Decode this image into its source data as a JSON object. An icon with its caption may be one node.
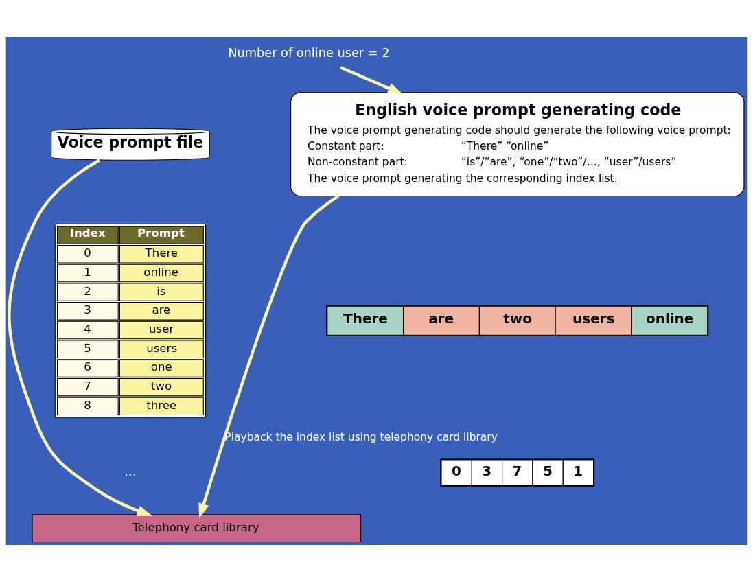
{
  "diagram": {
    "nodes": [
      {
        "text": [
          "Number of online user = 2"
        ]
      },
      {
        "text": [
          "Voice prompt file"
        ]
      },
      {
        "text": [
          "English voice prompt generating code",
          "The voice prompt generating code should generate the following voice prompt:",
          "Constant part:",
          "“There” “online”",
          "Non-constant part:",
          "“is”/“are”, “one”/“two”/…, “user”/users”",
          "The voice prompt generating the corresponding index list."
        ]
      },
      {
        "text": [
          "Telephony card library"
        ]
      }
    ],
    "edges": [
      {
        "from": 0,
        "to": 2,
        "arrow": "to"
      },
      {
        "from": 2,
        "to": 3,
        "arrow": "to",
        "label": "Playback the index list using telephony card library"
      },
      {
        "from": 1,
        "to": 3,
        "arrow": "to"
      }
    ],
    "labels": [
      "Index",
      "Prompt",
      "0",
      "There",
      "1",
      "online",
      "2",
      "is",
      "3",
      "are",
      "4",
      "user",
      "5",
      "users",
      "6",
      "one",
      "7",
      "two",
      "8",
      "three",
      "…",
      "There",
      "are",
      "two",
      "users",
      "online",
      "0",
      "3",
      "7",
      "5",
      "1"
    ]
  }
}
